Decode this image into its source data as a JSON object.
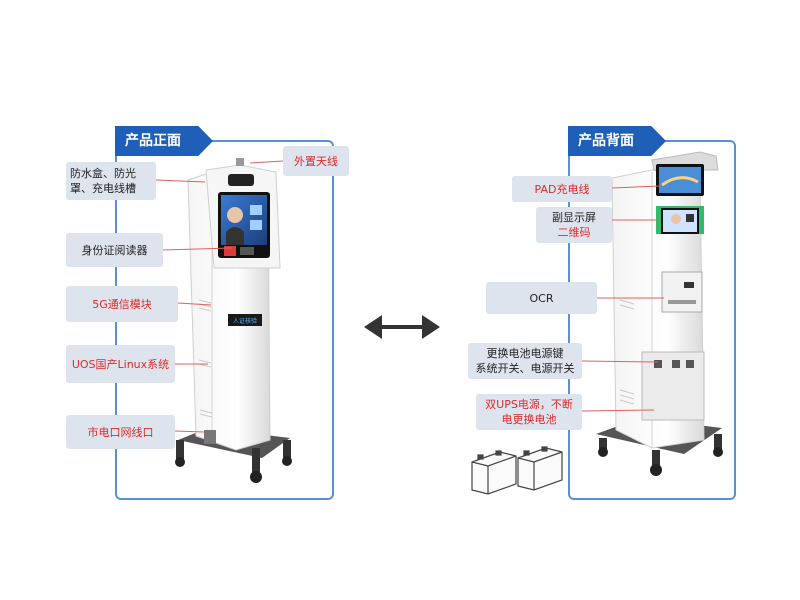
{
  "front": {
    "tab": "产品正面",
    "labels": {
      "waterproof": "防水盒、防光罩、充电线槽",
      "antenna": "外置天线",
      "idreader": "身份证阅读器",
      "g5": "5G通信模块",
      "uos": "UOS国产Linux系统",
      "mains": "市电口网线口"
    },
    "screen_badge": "人证核验"
  },
  "back": {
    "tab": "产品背面",
    "labels": {
      "pad": "PAD充电线",
      "sub_screen_l1": "副显示屏",
      "sub_screen_l2": "二维码",
      "ocr": "OCR",
      "swap_l1": "更换电池电源键",
      "swap_l2": "系统开关、电源开关",
      "ups_l1": "双UPS电源，不断",
      "ups_l2": "电更换电池"
    }
  },
  "colors": {
    "accent": "#1f5fb8",
    "border": "#5b8fd6",
    "label_bg": "#dde4ee",
    "red": "#e02a2a"
  }
}
